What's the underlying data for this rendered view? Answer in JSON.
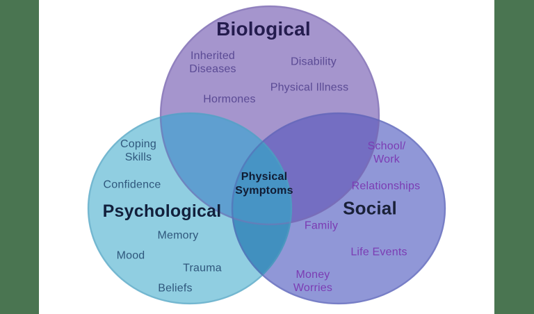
{
  "page": {
    "description": "Biopsychosocial model Venn diagram",
    "canvas_color": "#ffffff",
    "side_strip_color": "#4a7551"
  },
  "palette": {
    "biological_fill": "#a595cd",
    "psychological_fill": "#90cee1",
    "social_fill": "#9097d7",
    "bio_psych_overlap_fill": "#5f9fd0",
    "bio_social_overlap_fill": "#746ec2",
    "psych_social_overlap_fill": "#4190bf",
    "center_overlap_fill": "#4794c5",
    "biological_edge": "#7c6bb0",
    "psychological_edge": "#55a0c0",
    "social_edge": "#5d65b5",
    "biological_item_text": "#5a4a94",
    "psychological_item_text": "#2f577c",
    "social_item_text": "#7b3cb3"
  },
  "diagram": {
    "circles": [
      {
        "name": "Biological",
        "items": [
          "Inherited\nDiseases",
          "Disability",
          "Physical Illness",
          "Hormones"
        ]
      },
      {
        "name": "Psychological",
        "items": [
          "Coping\nSkills",
          "Confidence",
          "Memory",
          "Mood",
          "Trauma",
          "Beliefs"
        ]
      },
      {
        "name": "Social",
        "items": [
          "School/\nWork",
          "Relationships",
          "Family",
          "Life Events",
          "Money\nWorries"
        ]
      }
    ],
    "center_label": "Physical\nSymptoms"
  }
}
